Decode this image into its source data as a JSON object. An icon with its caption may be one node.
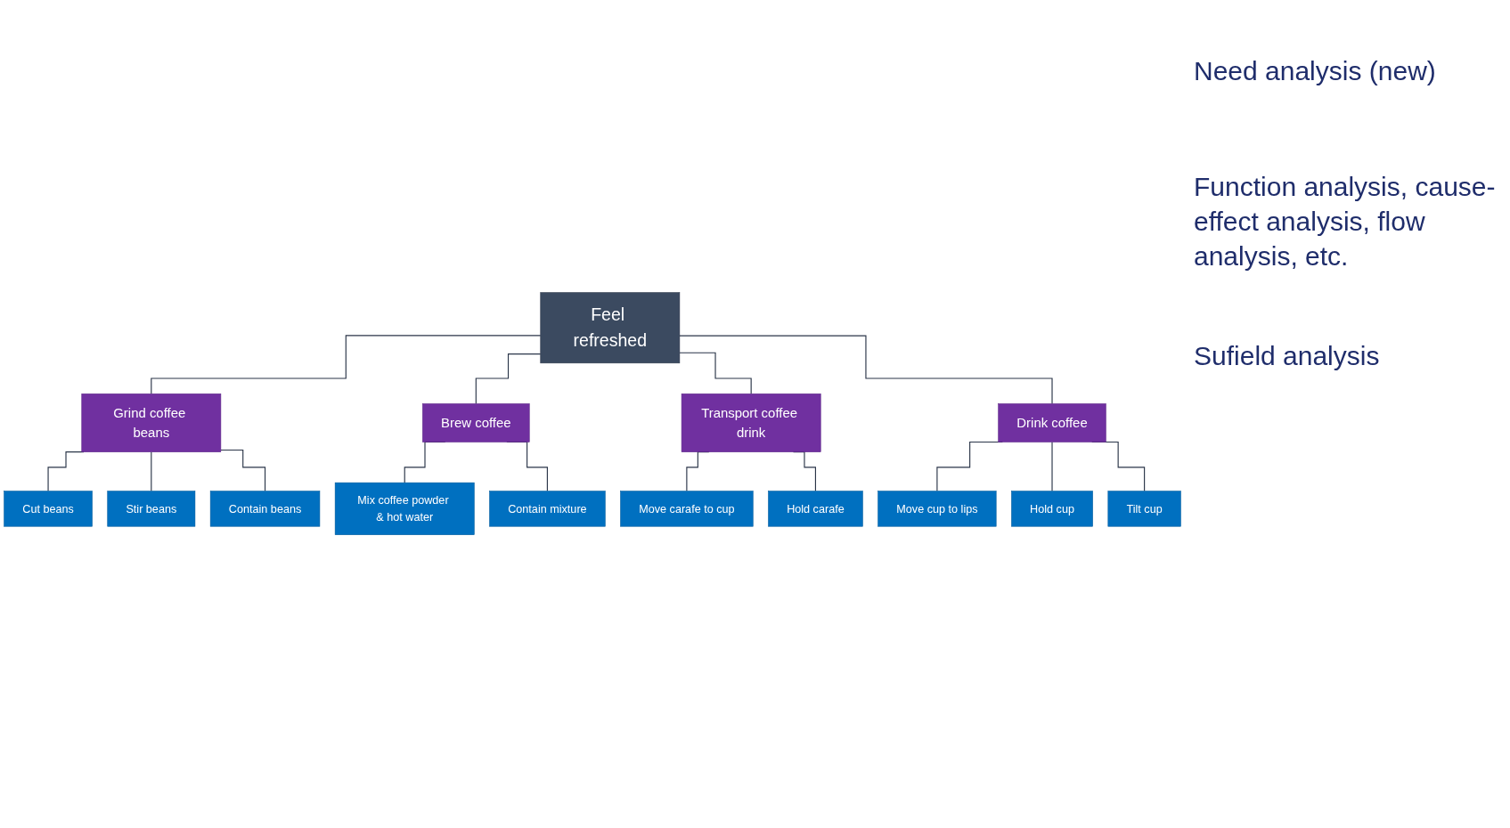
{
  "diagram": {
    "nodes": [
      {
        "text": [
          "Feel refreshed"
        ]
      },
      {
        "text": [
          "Grind coffee beans"
        ]
      },
      {
        "text": [
          "Brew coffee"
        ]
      },
      {
        "text": [
          "Transport coffee drink"
        ]
      },
      {
        "text": [
          "Drink coffee"
        ]
      },
      {
        "text": [
          "Cut beans"
        ]
      },
      {
        "text": [
          "Stir beans"
        ]
      },
      {
        "text": [
          "Contain beans"
        ]
      },
      {
        "text": [
          "Mix coffee powder & hot water"
        ]
      },
      {
        "text": [
          "Contain mixture"
        ]
      },
      {
        "text": [
          "Move carafe to cup"
        ]
      },
      {
        "text": [
          "Hold carafe"
        ]
      },
      {
        "text": [
          "Move cup to lips"
        ]
      },
      {
        "text": [
          "Hold cup"
        ]
      },
      {
        "text": [
          "Tilt cup"
        ]
      }
    ],
    "edges": [
      {
        "from": 0,
        "to": 1,
        "arrow": "none"
      },
      {
        "from": 0,
        "to": 2,
        "arrow": "none"
      },
      {
        "from": 0,
        "to": 3,
        "arrow": "none"
      },
      {
        "from": 0,
        "to": 4,
        "arrow": "none"
      },
      {
        "from": 1,
        "to": 5,
        "arrow": "none"
      },
      {
        "from": 1,
        "to": 6,
        "arrow": "none"
      },
      {
        "from": 1,
        "to": 7,
        "arrow": "none"
      },
      {
        "from": 2,
        "to": 8,
        "arrow": "none"
      },
      {
        "from": 2,
        "to": 9,
        "arrow": "none"
      },
      {
        "from": 3,
        "to": 10,
        "arrow": "none"
      },
      {
        "from": 3,
        "to": 11,
        "arrow": "none"
      },
      {
        "from": 4,
        "to": 12,
        "arrow": "none"
      },
      {
        "from": 4,
        "to": 13,
        "arrow": "none"
      },
      {
        "from": 4,
        "to": 14,
        "arrow": "none"
      }
    ],
    "labels": [
      "Need analysis (new)",
      "Function analysis, cause-effect analysis, flow analysis, etc.",
      "Sufield analysis"
    ]
  }
}
